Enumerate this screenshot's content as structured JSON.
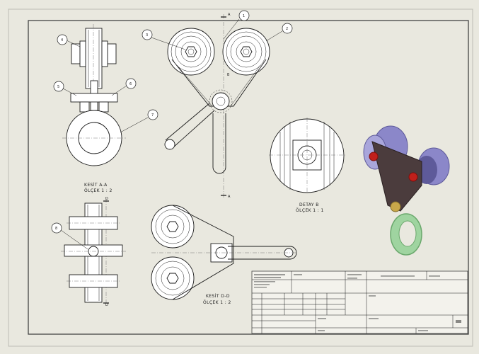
{
  "sheet": {
    "background": "#e9e8df",
    "size": "A3"
  },
  "section_a": {
    "line_label": "A",
    "view_title": "KESİT A-A",
    "scale_text": "ÖLÇEK 1 : 2"
  },
  "section_d": {
    "line_label": "D",
    "view_title": "KESİT D-D",
    "scale_text": "ÖLÇEK 1 : 2"
  },
  "detail_b": {
    "marker": "B",
    "view_title": "DETAY B",
    "scale_text": "ÖLÇEK 1 : 1"
  },
  "balloons": [
    "1",
    "2",
    "3",
    "4",
    "5",
    "6",
    "7",
    "8"
  ],
  "isometric": {
    "colors": {
      "wheel": "#8b87c9",
      "wheel_dark": "#5e5a9a",
      "plate": "#4b3c3d",
      "bolt_head": "#c0201b",
      "eye": "#9fd4a0",
      "eye_dark": "#6aa86c",
      "nut": "#c9a84a"
    }
  }
}
